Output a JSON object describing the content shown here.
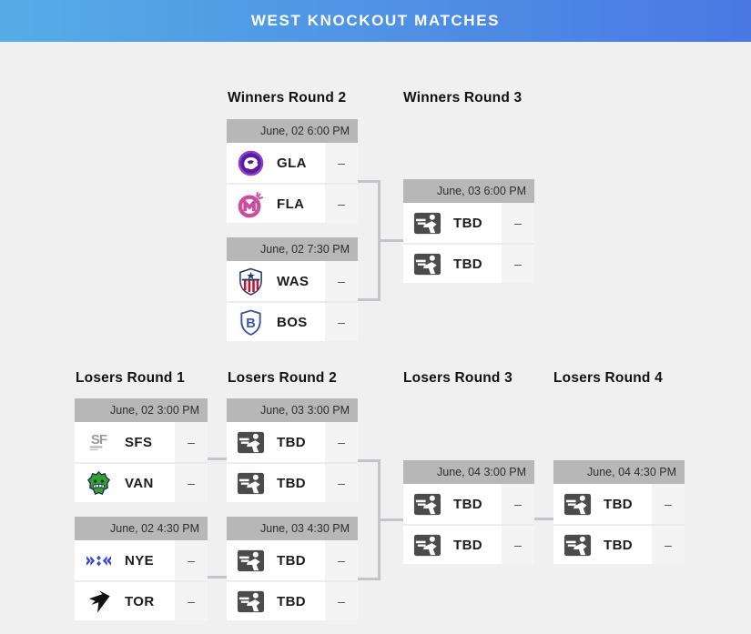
{
  "banner": {
    "title": "WEST KNOCKOUT MATCHES"
  },
  "colors": {
    "banner_gradient_left": "#55ade6",
    "banner_gradient_right": "#4a78e3",
    "page_background": "#f0f0f1",
    "card_header": "#b7b7b7",
    "score_cell": "#f4f4f5",
    "connector": "#c4c4cb",
    "gladiators_purple": "#5b1d96",
    "mayhem_pink": "#cc4d9e",
    "justice_navy": "#243a6b",
    "justice_red": "#c8102e",
    "uprising_blue": "#3c55a5",
    "shock_gray": "#9a9a9b",
    "titans_green": "#35a32a",
    "excelsior_blue": "#3a46e0",
    "defiant_black": "#111111",
    "tbd_gray": "#4b4b4b"
  },
  "brackets": {
    "winners_round_2": {
      "label": "Winners Round 2",
      "matches": [
        {
          "datetime": "June, 02 6:00 PM",
          "teams": [
            {
              "abbr": "GLA",
              "logo": "gla-logo",
              "score": "–"
            },
            {
              "abbr": "FLA",
              "logo": "fla-logo",
              "score": "–"
            }
          ]
        },
        {
          "datetime": "June, 02 7:30 PM",
          "teams": [
            {
              "abbr": "WAS",
              "logo": "was-logo",
              "score": "–"
            },
            {
              "abbr": "BOS",
              "logo": "bos-logo",
              "score": "–"
            }
          ]
        }
      ]
    },
    "winners_round_3": {
      "label": "Winners Round 3",
      "matches": [
        {
          "datetime": "June, 03 6:00 PM",
          "teams": [
            {
              "abbr": "TBD",
              "logo": "tbd-logo",
              "score": "–"
            },
            {
              "abbr": "TBD",
              "logo": "tbd-logo",
              "score": "–"
            }
          ]
        }
      ]
    },
    "losers_round_1": {
      "label": "Losers Round 1",
      "matches": [
        {
          "datetime": "June, 02 3:00 PM",
          "teams": [
            {
              "abbr": "SFS",
              "logo": "sfs-logo",
              "score": "–"
            },
            {
              "abbr": "VAN",
              "logo": "van-logo",
              "score": "–"
            }
          ]
        },
        {
          "datetime": "June, 02 4:30 PM",
          "teams": [
            {
              "abbr": "NYE",
              "logo": "nye-logo",
              "score": "–"
            },
            {
              "abbr": "TOR",
              "logo": "tor-logo",
              "score": "–"
            }
          ]
        }
      ]
    },
    "losers_round_2": {
      "label": "Losers Round 2",
      "matches": [
        {
          "datetime": "June, 03 3:00 PM",
          "teams": [
            {
              "abbr": "TBD",
              "logo": "tbd-logo",
              "score": "–"
            },
            {
              "abbr": "TBD",
              "logo": "tbd-logo",
              "score": "–"
            }
          ]
        },
        {
          "datetime": "June, 03 4:30 PM",
          "teams": [
            {
              "abbr": "TBD",
              "logo": "tbd-logo",
              "score": "–"
            },
            {
              "abbr": "TBD",
              "logo": "tbd-logo",
              "score": "–"
            }
          ]
        }
      ]
    },
    "losers_round_3": {
      "label": "Losers Round 3",
      "matches": [
        {
          "datetime": "June, 04 3:00 PM",
          "teams": [
            {
              "abbr": "TBD",
              "logo": "tbd-logo",
              "score": "–"
            },
            {
              "abbr": "TBD",
              "logo": "tbd-logo",
              "score": "–"
            }
          ]
        }
      ]
    },
    "losers_round_4": {
      "label": "Losers Round 4",
      "matches": [
        {
          "datetime": "June, 04 4:30 PM",
          "teams": [
            {
              "abbr": "TBD",
              "logo": "tbd-logo",
              "score": "–"
            },
            {
              "abbr": "TBD",
              "logo": "tbd-logo",
              "score": "–"
            }
          ]
        }
      ]
    }
  }
}
